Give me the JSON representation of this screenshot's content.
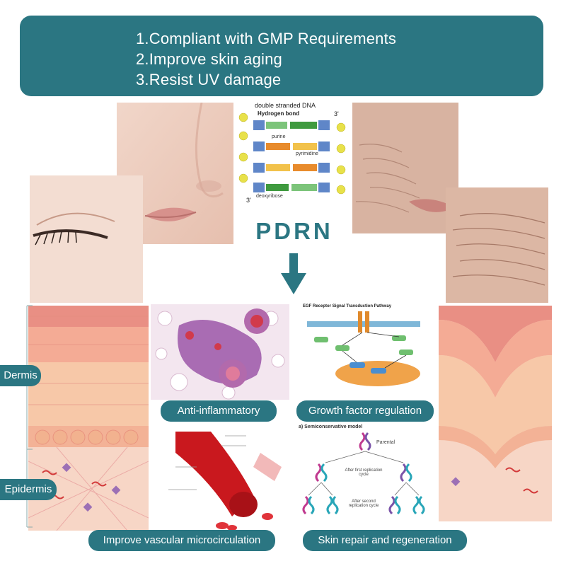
{
  "banner": {
    "lines": [
      "1.Compliant with GMP Requirements",
      "2.Improve skin aging",
      "3.Resist UV damage"
    ]
  },
  "dna": {
    "title": "double stranded DNA",
    "hydrogen_bond": "Hydrogen bond",
    "purine": "purine",
    "pyrimidine": "pyrimidine",
    "deoxyribose": "deoxyribose",
    "end_3_top": "3'",
    "end_3_bottom": "3'"
  },
  "center_title": "PDRN",
  "side_labels": {
    "dermis": "Dermis",
    "epidermis": "Epidermis"
  },
  "benefits": {
    "anti_inflammatory": "Anti-inflammatory",
    "growth_factor": "Growth factor regulation",
    "vascular": "Improve vascular microcirculation",
    "repair": "Skin repair and regeneration"
  },
  "pathway": {
    "title": "EGF Receptor Signal Transduction Pathway"
  },
  "replication": {
    "title": "a) Semiconservative model",
    "parental": "Parental",
    "first_cycle": "After first replication cycle",
    "second_cycle": "After second replication cycle"
  },
  "colors": {
    "brand": "#2b7682",
    "skin": "#f2c3a6",
    "blood": "#c9181e"
  }
}
